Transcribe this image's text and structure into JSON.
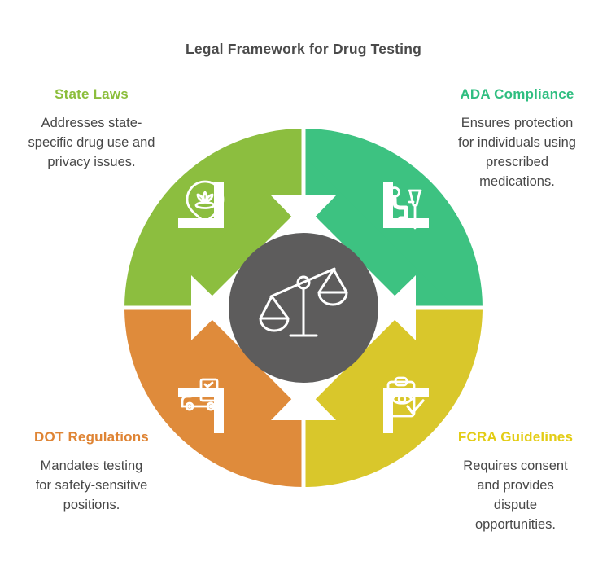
{
  "title": "Legal Framework for Drug Testing",
  "colors": {
    "ring_green": "#8CBE3F",
    "ring_teal": "#3DC281",
    "ring_orange": "#DF8B3B",
    "ring_yellow": "#D9C72B",
    "heading_green": "#8CBE3C",
    "heading_teal": "#2FBE80",
    "heading_orange": "#DF8434",
    "heading_yellow": "#E3CC14",
    "center_gray": "#5D5C5C",
    "icon_white": "#FFFFFF",
    "title_text": "#4A4A4A",
    "body_text": "#474747"
  },
  "center": {
    "icon": "balance-scales-icon"
  },
  "quadrants": [
    {
      "id": "state-laws",
      "position": "top-left",
      "heading": "State Laws",
      "description": "Addresses state-specific drug use and privacy issues.",
      "icon": "lotus-location-pin-icon",
      "color": "#8CBE3F"
    },
    {
      "id": "ada-compliance",
      "position": "top-right",
      "heading": "ADA Compliance",
      "description": "Ensures protection for individuals using prescribed medications.",
      "icon": "person-with-crutch-icon",
      "color": "#3DC281"
    },
    {
      "id": "dot-regulations",
      "position": "bottom-left",
      "heading": "DOT Regulations",
      "description": "Mandates testing for safety-sensitive positions.",
      "icon": "vehicle-checklist-icon",
      "color": "#DF8B3B"
    },
    {
      "id": "fcra-guidelines",
      "position": "bottom-right",
      "heading": "FCRA Guidelines",
      "description": "Requires consent and provides dispute opportunities.",
      "icon": "clipboard-eye-check-icon",
      "color": "#D9C72B"
    }
  ]
}
